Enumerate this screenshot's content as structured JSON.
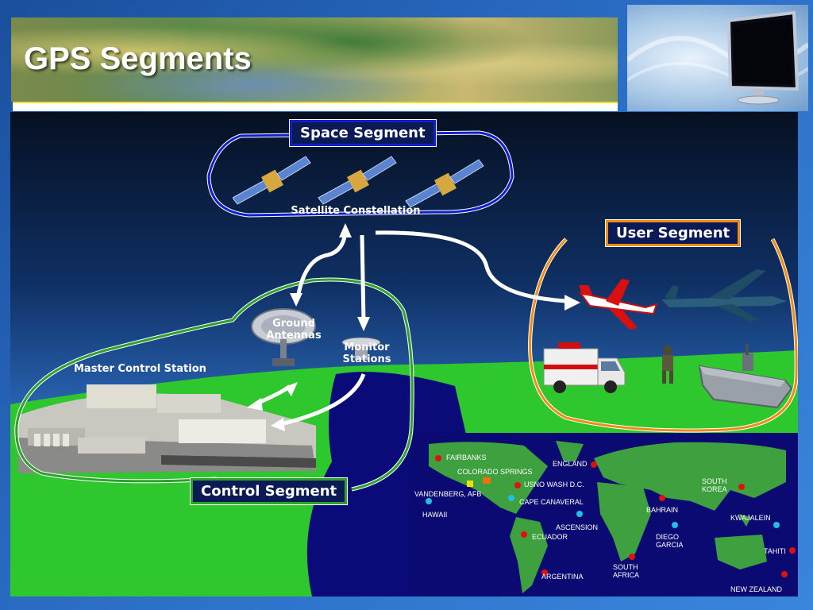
{
  "slide": {
    "title": "GPS Segments"
  },
  "segments": {
    "space": {
      "label": "Space Segment",
      "sublabel": "Satellite Constellation"
    },
    "user": {
      "label": "User Segment"
    },
    "control": {
      "label": "Control Segment",
      "master": "Master Control Station",
      "antennas": [
        "Ground",
        "Antennas"
      ],
      "monitor": [
        "Monitor",
        "Stations"
      ]
    }
  },
  "map": {
    "stations": [
      {
        "name": "FAIRBANKS",
        "type": "monitor"
      },
      {
        "name": "COLORADO SPRINGS",
        "type": "master"
      },
      {
        "name": "ENGLAND",
        "type": "monitor"
      },
      {
        "name": "USNO WASH D.C.",
        "type": "monitor"
      },
      {
        "name": "VANDENBERG, AFB",
        "type": "backup"
      },
      {
        "name": "CAPE CANAVERAL",
        "type": "antenna"
      },
      {
        "name": "HAWAII",
        "type": "monitor"
      },
      {
        "name": "SOUTH KOREA",
        "type": "monitor"
      },
      {
        "name": "BAHRAIN",
        "type": "monitor"
      },
      {
        "name": "KWAJALEIN",
        "type": "antenna"
      },
      {
        "name": "ASCENSION",
        "type": "antenna"
      },
      {
        "name": "ECUADOR",
        "type": "monitor"
      },
      {
        "name": "DIEGO GARCIA",
        "type": "antenna"
      },
      {
        "name": "TAHITI",
        "type": "monitor"
      },
      {
        "name": "SOUTH AFRICA",
        "type": "monitor"
      },
      {
        "name": "ARGENTINA",
        "type": "monitor"
      },
      {
        "name": "NEW ZEALAND",
        "type": "monitor"
      }
    ]
  },
  "colors": {
    "space": "#1020d0",
    "user": "#f08c10",
    "control": "#2ea02e",
    "monitor_dot": "#e01010",
    "antenna_dot": "#20c0e0",
    "master_dot": "#f0e010",
    "backup_dot": "#f07010"
  },
  "icons": [
    "satellite-icon",
    "airplane-icon",
    "bomber-icon",
    "ambulance-icon",
    "soldier-icon",
    "aircraft-carrier-icon",
    "dish-antenna-icon",
    "monitor-icon"
  ]
}
